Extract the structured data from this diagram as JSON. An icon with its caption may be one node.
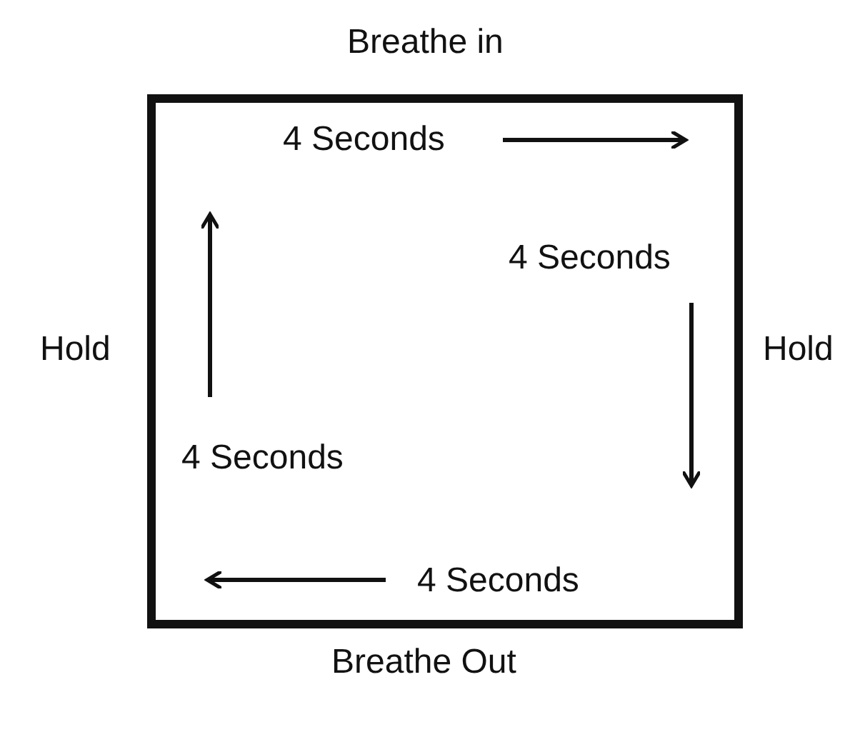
{
  "diagram": {
    "labels": [
      "Breathe in",
      "4 Seconds",
      "4 Seconds",
      "Hold",
      "Hold",
      "4 Seconds",
      "4 Seconds",
      "Breathe Out"
    ]
  }
}
